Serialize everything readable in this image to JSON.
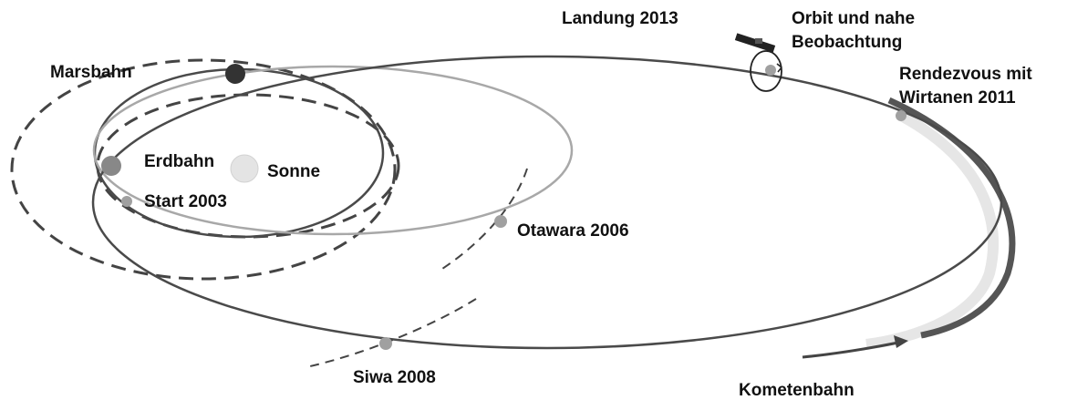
{
  "labels": {
    "marsbahn": "Marsbahn",
    "erdbahn": "Erdbahn",
    "sonne": "Sonne",
    "start": "Start 2003",
    "otawara": "Otawara 2006",
    "siwa": "Siwa 2008",
    "landung": "Landung 2013",
    "orbit_line1": "Orbit und nahe",
    "orbit_line2": "Beobachtung",
    "rendezvous_line1": "Rendezvous mit",
    "rendezvous_line2": "Wirtanen 2011",
    "kometenbahn": "Kometenbahn"
  },
  "colors": {
    "orbit_dark": "#4a4a4a",
    "orbit_light": "#a8a8a8",
    "marker": "#a0a0a0",
    "sun": "#e4e4e4",
    "comet_band": "#555555",
    "comet_band_light": "#e6e6e6"
  }
}
